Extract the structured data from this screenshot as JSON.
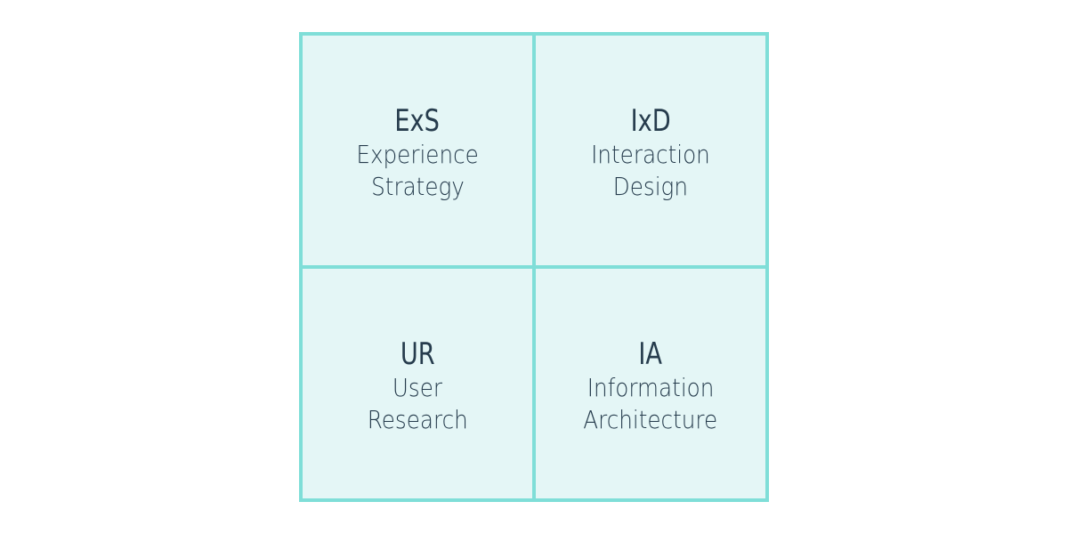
{
  "colors": {
    "border": "#7fded8",
    "fill": "#e4f6f6",
    "text": "#263c4d"
  },
  "quadrants": [
    {
      "abbr": "ExS",
      "line1": "Experience",
      "line2": "Strategy"
    },
    {
      "abbr": "IxD",
      "line1": "Interaction",
      "line2": "Design"
    },
    {
      "abbr": "UR",
      "line1": "User",
      "line2": "Research"
    },
    {
      "abbr": "IA",
      "line1": "Information",
      "line2": "Architecture"
    }
  ]
}
